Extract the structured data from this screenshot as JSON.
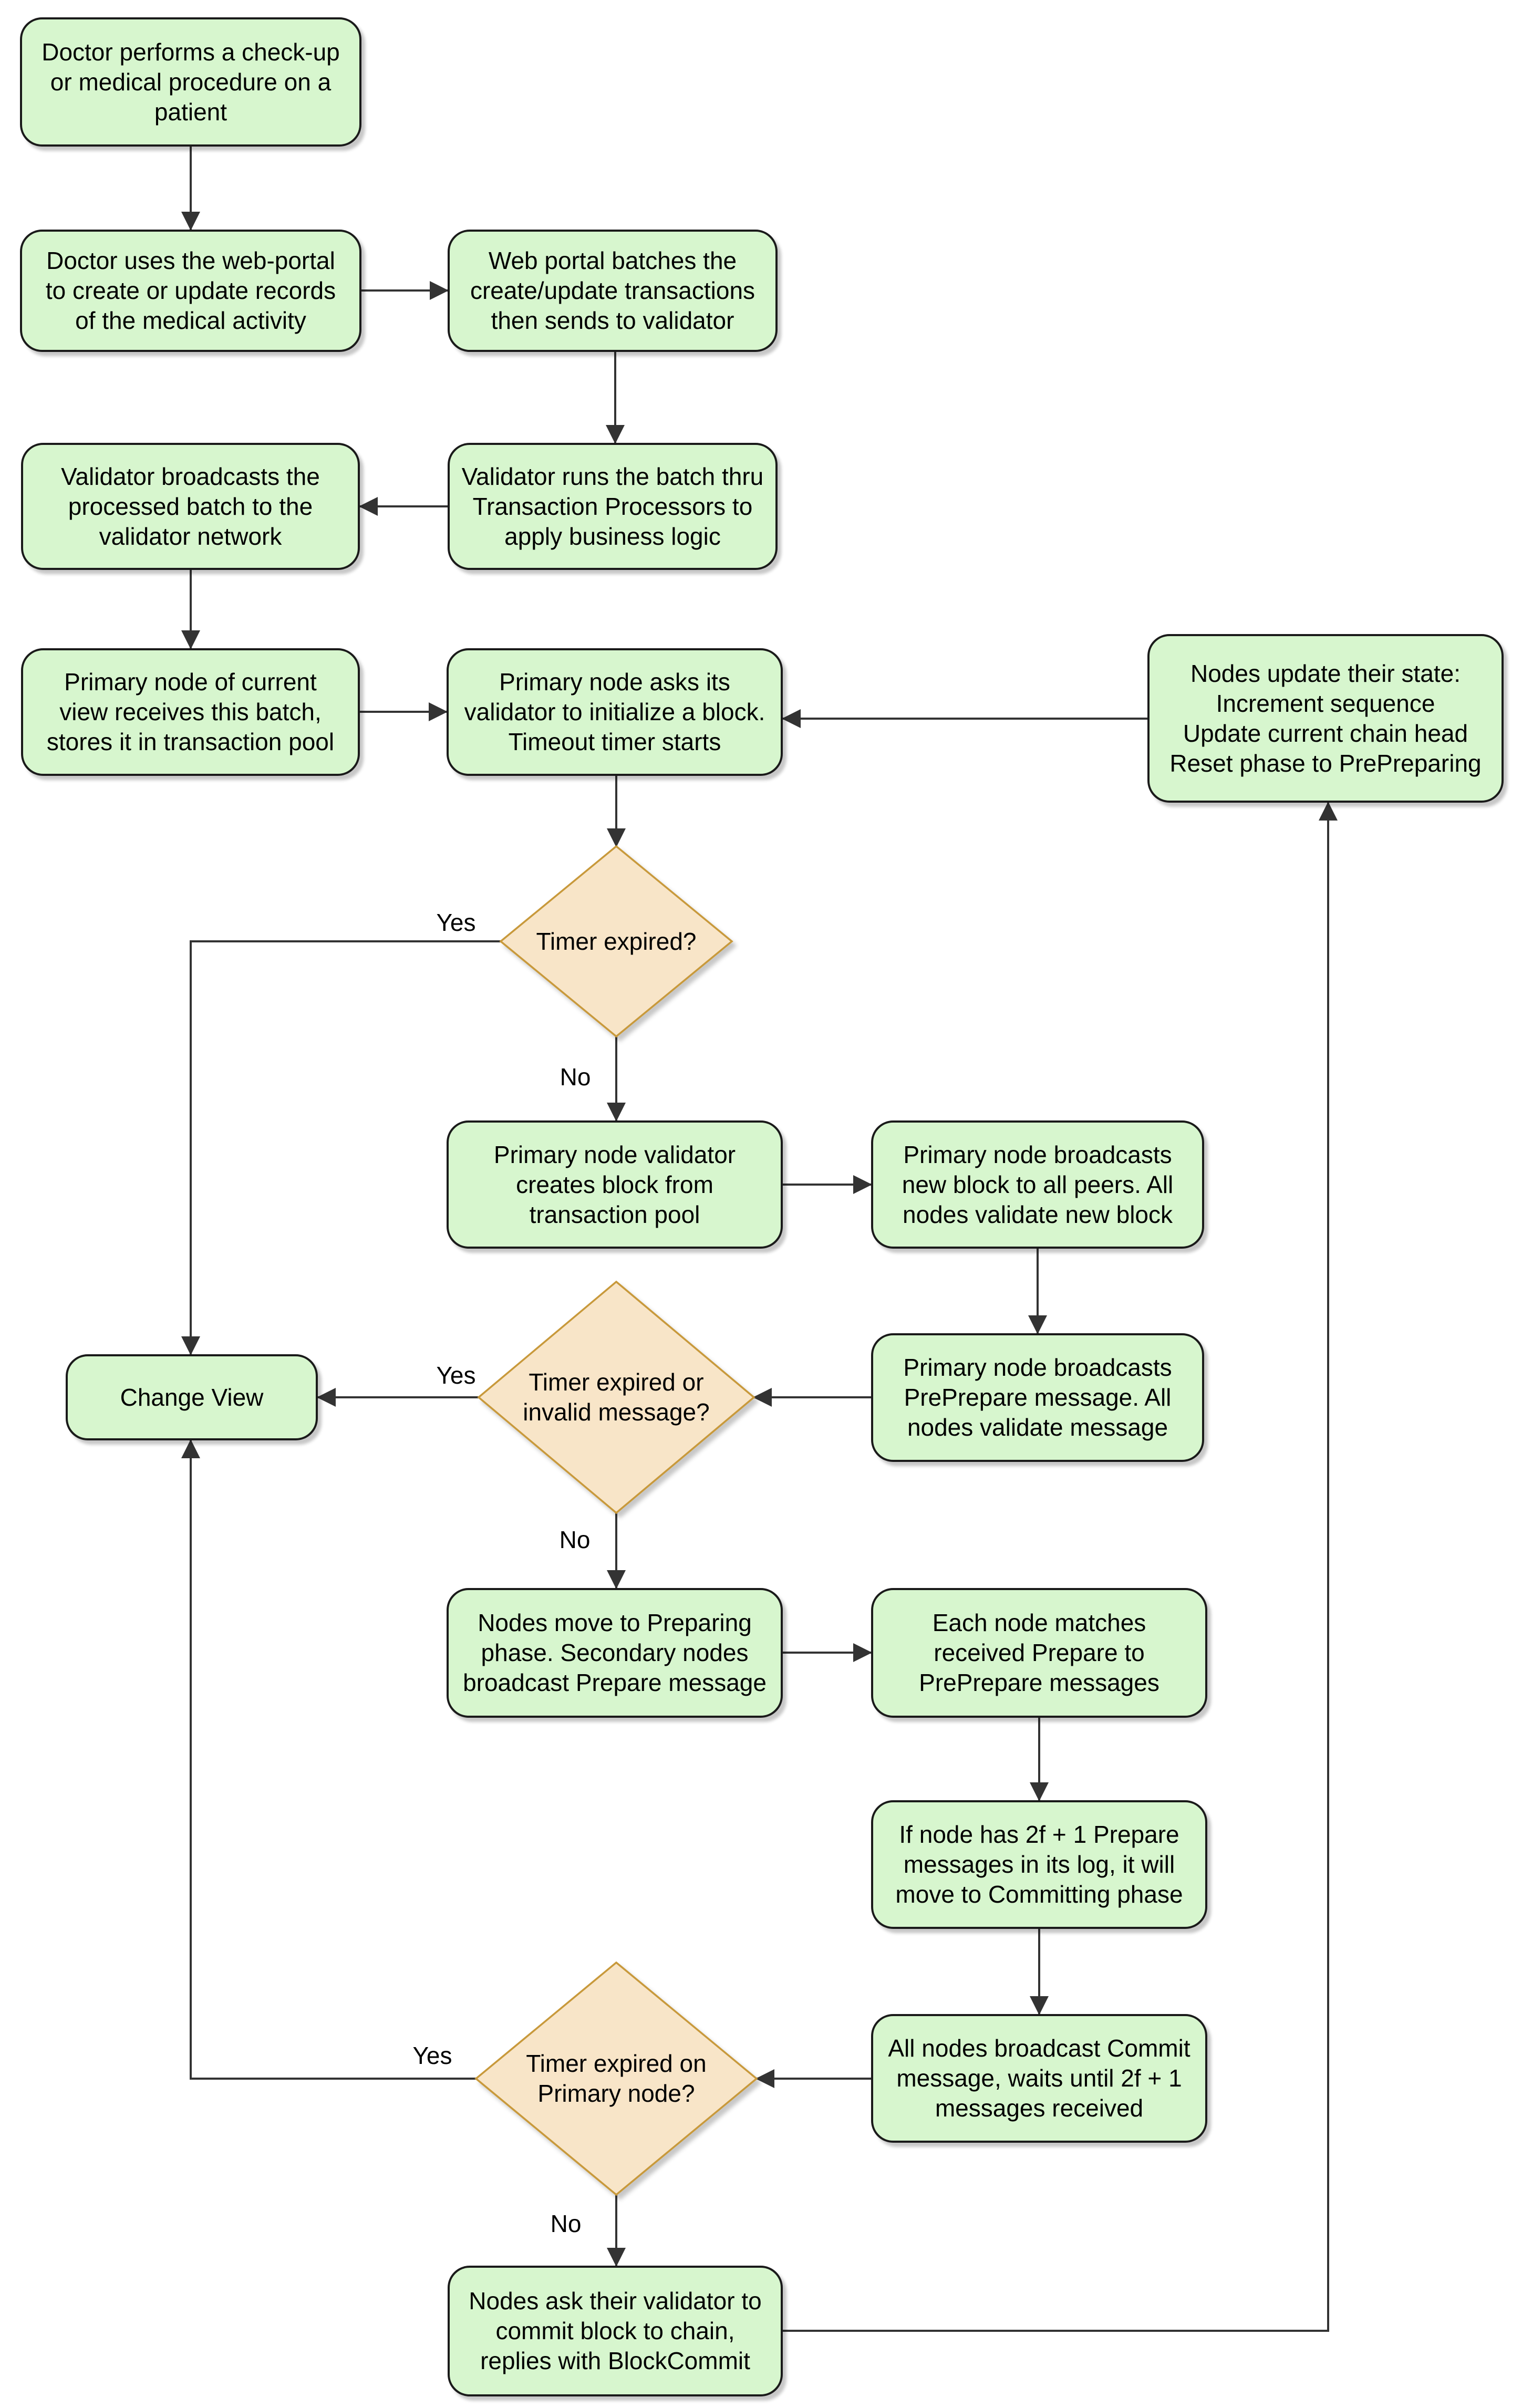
{
  "styles": {
    "background": "#ffffff",
    "process_fill": "#d7f6ce",
    "process_border": "#1a1a1a",
    "decision_fill": "#f8e5c8",
    "decision_border": "#c8993a",
    "line_color": "#333333",
    "text_color": "#000000"
  },
  "process_nodes": {
    "doctor_checkup": {
      "label": "Doctor performs a check-up\nor medical procedure on a\npatient"
    },
    "doctor_web_portal": {
      "label": "Doctor uses the web-portal\nto create or update records\nof the medical activity"
    },
    "web_portal_batches": {
      "label": "Web portal batches the\ncreate/update transactions\nthen sends to validator"
    },
    "validator_runs_batch": {
      "label": "Validator runs the batch thru\nTransaction Processors to\napply business logic"
    },
    "validator_broadcasts": {
      "label": "Validator broadcasts the\nprocessed batch to the\nvalidator network"
    },
    "primary_receives_batch": {
      "label": "Primary node of current\nview receives this batch,\nstores it in transaction pool"
    },
    "primary_asks_init_block": {
      "label": "Primary node asks its\nvalidator to initialize a block.\nTimeout timer starts"
    },
    "nodes_update_state": {
      "label": "Nodes update their state:\nIncrement sequence\nUpdate current chain head\nReset phase to PrePreparing"
    },
    "primary_creates_block": {
      "label": "Primary node validator\ncreates block from\ntransaction pool"
    },
    "primary_broadcasts_block": {
      "label": "Primary node broadcasts\nnew block to all peers. All\nnodes validate new block"
    },
    "primary_broadcasts_preprepare": {
      "label": "Primary node broadcasts\nPrePrepare message. All\nnodes validate message"
    },
    "nodes_move_preparing": {
      "label": "Nodes move to Preparing\nphase. Secondary nodes\nbroadcast Prepare message"
    },
    "each_node_matches": {
      "label": "Each node matches\nreceived Prepare to\nPrePrepare messages"
    },
    "node_has_2f1_prepare": {
      "label": "If node has 2f + 1 Prepare\nmessages in its log, it will\nmove to Committing phase"
    },
    "all_nodes_broadcast_commit": {
      "label": "All nodes broadcast Commit\nmessage, waits until 2f + 1\nmessages received"
    },
    "nodes_ask_commit_block": {
      "label": "Nodes ask their validator to\ncommit block to chain,\nreplies with BlockCommit"
    },
    "change_view": {
      "label": "Change View"
    }
  },
  "decision_nodes": {
    "timer_expired": {
      "label": "Timer expired?",
      "yes_label": "Yes",
      "no_label": "No"
    },
    "timer_expired_or_invalid": {
      "label": "Timer expired or\ninvalid message?",
      "yes_label": "Yes",
      "no_label": "No"
    },
    "timer_expired_primary": {
      "label": "Timer expired on\nPrimary node?",
      "yes_label": "Yes",
      "no_label": "No"
    }
  }
}
